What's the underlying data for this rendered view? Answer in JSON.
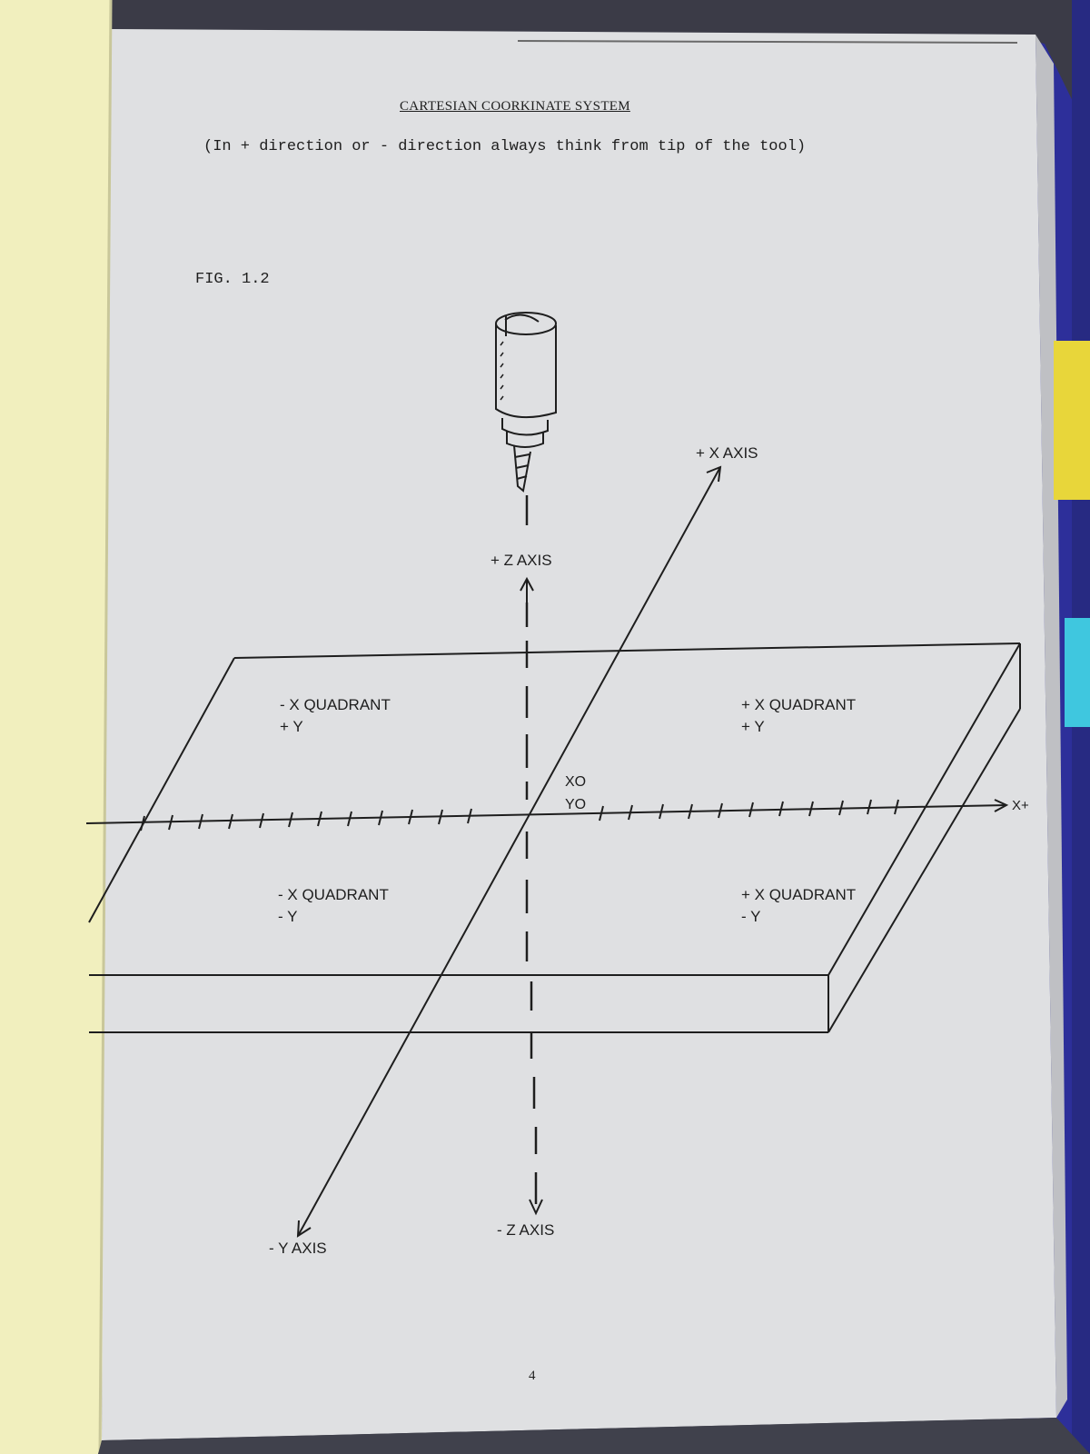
{
  "document": {
    "title": "CARTESIAN COORKINATE SYSTEM",
    "subtitle": "(In + direction or - direction always think from tip of the tool)",
    "figure_label": "FIG. 1.2",
    "page_number": "4"
  },
  "diagram": {
    "axes": {
      "x_plus": "+ X AXIS",
      "z_plus": "+ Z AXIS",
      "z_minus": "- Z AXIS",
      "y_minus": "- Y AXIS",
      "x_plus_end": "X+"
    },
    "origin": {
      "xo": "XO",
      "yo": "YO"
    },
    "quadrants": {
      "top_left": {
        "line1": "- X QUADRANT",
        "line2": "+ Y"
      },
      "top_right": {
        "line1": "+ X QUADRANT",
        "line2": "+ Y"
      },
      "bottom_left": {
        "line1": "- X QUADRANT",
        "line2": "- Y"
      },
      "bottom_right": {
        "line1": "+ X QUADRANT",
        "line2": "- Y"
      }
    }
  },
  "colors": {
    "paper": "#dfe0e2",
    "ink": "#1e1e1e",
    "left_page": "#f1efbe",
    "binder_blue": "#2d2f9a",
    "tab_yellow": "#e8d63a",
    "tab_cyan": "#3fc7df"
  }
}
